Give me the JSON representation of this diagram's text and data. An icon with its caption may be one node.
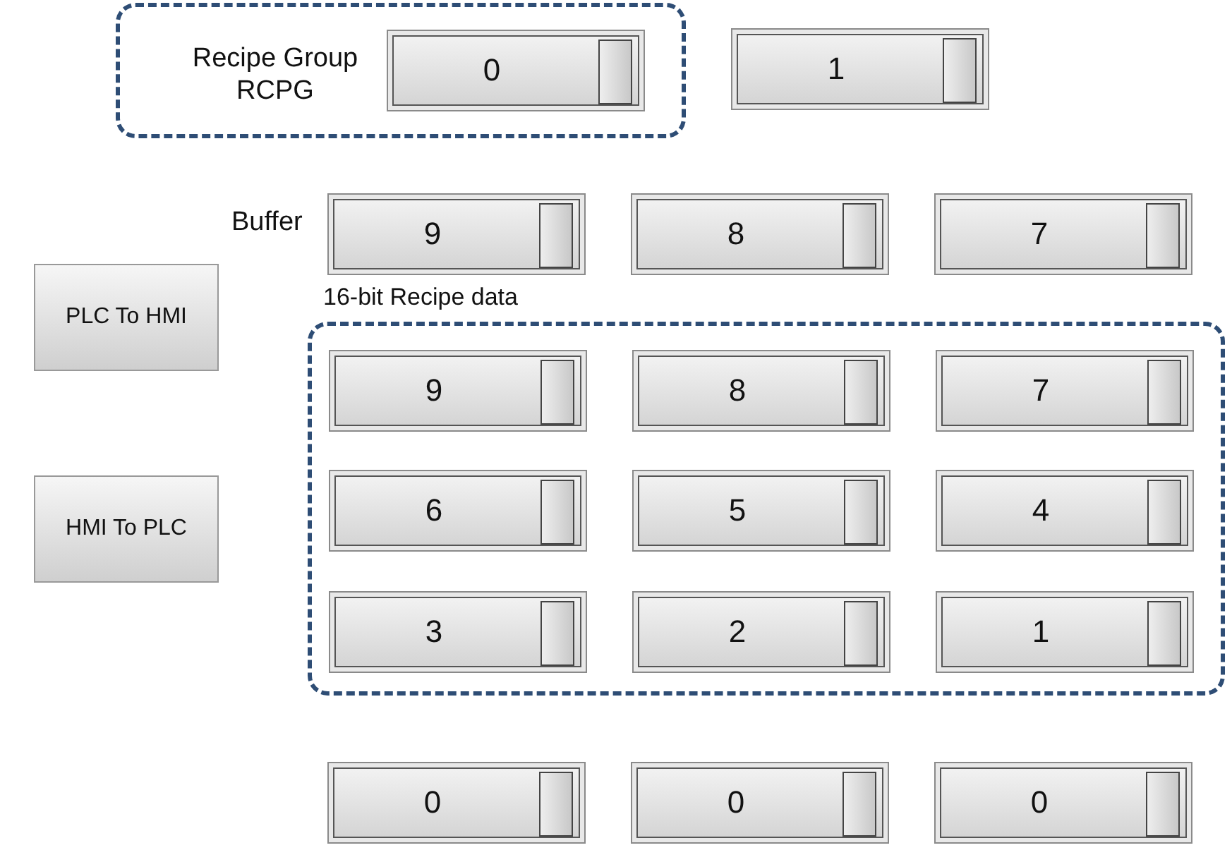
{
  "diagram": {
    "nodes": [
      {
        "text": [
          "Recipe Group RCPG"
        ]
      },
      {
        "text": [
          "0"
        ],
        "in": 0
      },
      {
        "text": [
          "1"
        ]
      },
      {
        "text": [
          "9"
        ],
        "beside": [
          "Buffer"
        ]
      },
      {
        "text": [
          "8"
        ]
      },
      {
        "text": [
          "7"
        ]
      },
      {
        "text": [
          "PLC To HMI"
        ]
      },
      {
        "text": [
          "HMI To PLC"
        ]
      },
      {
        "text": [
          "16-bit Recipe data"
        ]
      },
      {
        "text": [
          "9"
        ],
        "in": 8
      },
      {
        "text": [
          "8"
        ],
        "in": 8
      },
      {
        "text": [
          "7"
        ],
        "in": 8
      },
      {
        "text": [
          "6"
        ],
        "in": 8
      },
      {
        "text": [
          "5"
        ],
        "in": 8
      },
      {
        "text": [
          "4"
        ],
        "in": 8
      },
      {
        "text": [
          "3"
        ],
        "in": 8
      },
      {
        "text": [
          "2"
        ],
        "in": 8
      },
      {
        "text": [
          "1"
        ],
        "in": 8
      },
      {
        "text": [
          "0"
        ]
      },
      {
        "text": [
          "0"
        ]
      },
      {
        "text": [
          "0"
        ]
      }
    ]
  }
}
